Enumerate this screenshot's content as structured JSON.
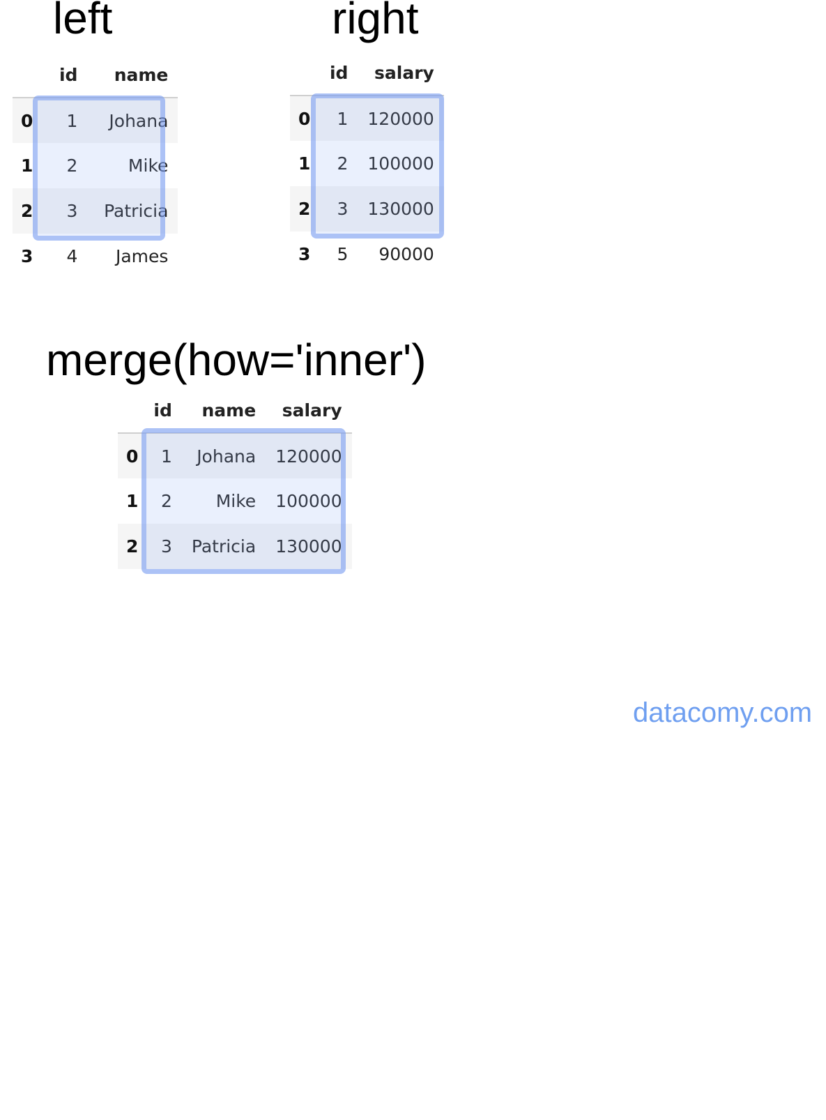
{
  "left": {
    "title": "left",
    "columns": [
      "",
      "id",
      "name"
    ],
    "rows": [
      {
        "index": "0",
        "id": "1",
        "name": "Johana"
      },
      {
        "index": "1",
        "id": "2",
        "name": "Mike"
      },
      {
        "index": "2",
        "id": "3",
        "name": "Patricia"
      },
      {
        "index": "3",
        "id": "4",
        "name": "James"
      }
    ]
  },
  "right": {
    "title": "right",
    "columns": [
      "",
      "id",
      "salary"
    ],
    "rows": [
      {
        "index": "0",
        "id": "1",
        "salary": "120000"
      },
      {
        "index": "1",
        "id": "2",
        "salary": "100000"
      },
      {
        "index": "2",
        "id": "3",
        "salary": "130000"
      },
      {
        "index": "3",
        "id": "5",
        "salary": "90000"
      }
    ]
  },
  "merged": {
    "title": "merge(how='inner')",
    "columns": [
      "",
      "id",
      "name",
      "salary"
    ],
    "rows": [
      {
        "index": "0",
        "id": "1",
        "name": "Johana",
        "salary": "120000"
      },
      {
        "index": "1",
        "id": "2",
        "name": "Mike",
        "salary": "100000"
      },
      {
        "index": "2",
        "id": "3",
        "name": "Patricia",
        "salary": "130000"
      }
    ]
  },
  "watermark": "datacomy.com",
  "colors": {
    "highlight": "#789bf0",
    "watermark": "#6f9ff0",
    "row_stripe": "#f5f5f5"
  }
}
